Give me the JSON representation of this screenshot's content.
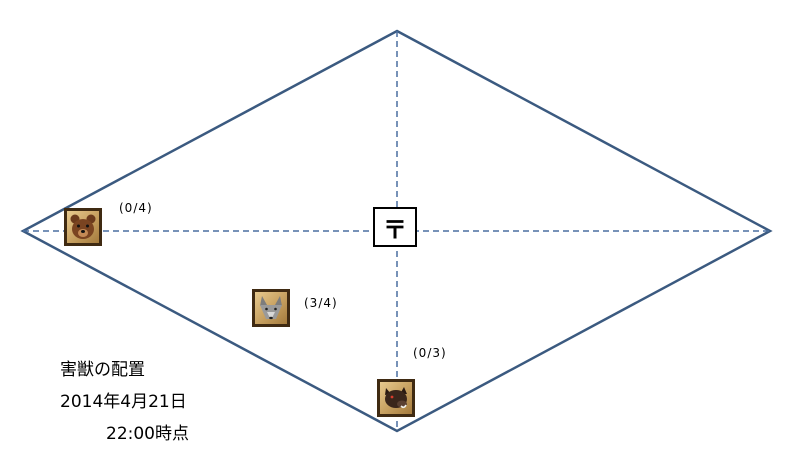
{
  "diagram": {
    "center_marker": "〒",
    "colors": {
      "outline": "#3b5a80",
      "axis": "#4a6fa0",
      "frame": "#3f2a12"
    },
    "animals": [
      {
        "icon": "bear-icon",
        "count": "(0/4)"
      },
      {
        "icon": "wolf-icon",
        "count": "(3/4)"
      },
      {
        "icon": "boar-icon",
        "count": "(0/3)"
      }
    ],
    "caption": {
      "title": "害獣の配置",
      "date": "2014年4月21日",
      "time": "22:00時点"
    }
  }
}
